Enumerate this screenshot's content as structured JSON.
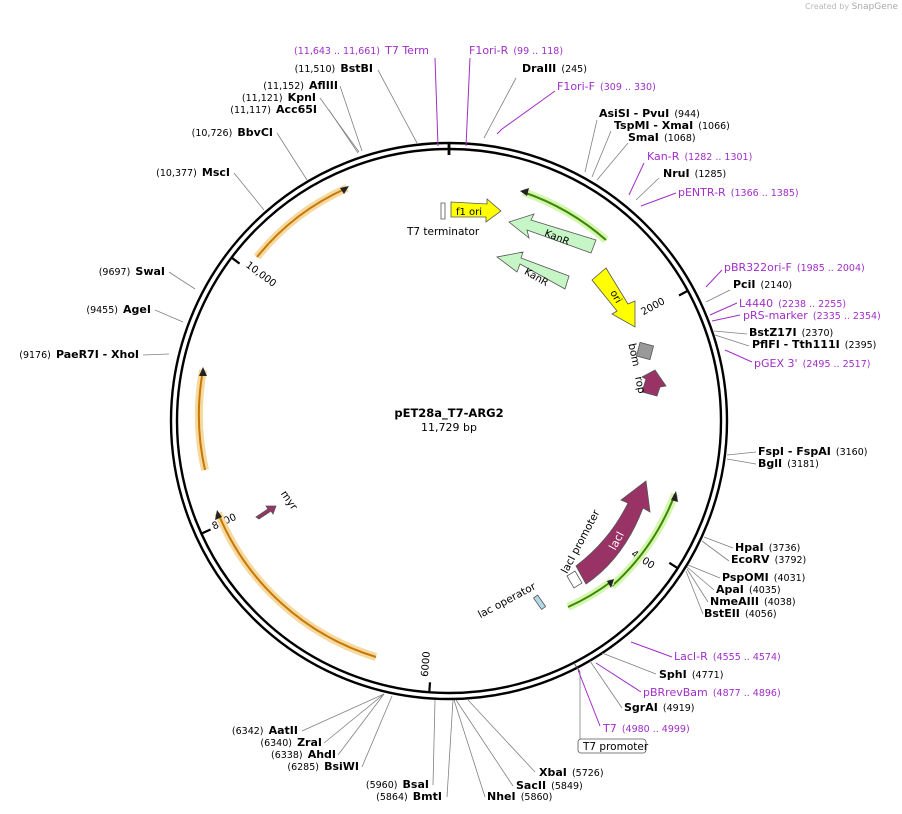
{
  "credit": {
    "prefix": "Created by",
    "brand": "SnapGene"
  },
  "plasmid": {
    "name": "pET28a_T7-ARG2",
    "length_label": "11,729 bp",
    "length": 11729
  },
  "ticks": [
    {
      "pos": 2000,
      "label": "2000"
    },
    {
      "pos": 4000,
      "label": "4000"
    },
    {
      "pos": 6000,
      "label": "6000"
    },
    {
      "pos": 8000,
      "label": "8000"
    },
    {
      "pos": 10000,
      "label": "10,000"
    }
  ],
  "sites": [
    {
      "name": "DraIII",
      "pos": "(245)",
      "side": "right"
    },
    {
      "name": "AsiSI - PvuI",
      "pos": "(944)",
      "side": "right"
    },
    {
      "name": "TspMI - XmaI",
      "pos": "(1066)",
      "side": "right"
    },
    {
      "name": "SmaI",
      "pos": "(1068)",
      "side": "right"
    },
    {
      "name": "NruI",
      "pos": "(1285)",
      "side": "right"
    },
    {
      "name": "PciI",
      "pos": "(2140)",
      "side": "right"
    },
    {
      "name": "BstZ17I",
      "pos": "(2370)",
      "side": "right"
    },
    {
      "name": "PflFI - Tth111I",
      "pos": "(2395)",
      "side": "right"
    },
    {
      "name": "FspI - FspAI",
      "pos": "(3160)",
      "side": "right"
    },
    {
      "name": "BglI",
      "pos": "(3181)",
      "side": "right"
    },
    {
      "name": "HpaI",
      "pos": "(3736)",
      "side": "right"
    },
    {
      "name": "EcoRV",
      "pos": "(3792)",
      "side": "right"
    },
    {
      "name": "PspOMI",
      "pos": "(4031)",
      "side": "right"
    },
    {
      "name": "ApaI",
      "pos": "(4035)",
      "side": "right"
    },
    {
      "name": "NmeAIII",
      "pos": "(4038)",
      "side": "right"
    },
    {
      "name": "BstEII",
      "pos": "(4056)",
      "side": "right"
    },
    {
      "name": "SphI",
      "pos": "(4771)",
      "side": "right"
    },
    {
      "name": "SgrAI",
      "pos": "(4919)",
      "side": "right"
    },
    {
      "name": "XbaI",
      "pos": "(5726)",
      "side": "right"
    },
    {
      "name": "SacII",
      "pos": "(5849)",
      "side": "right"
    },
    {
      "name": "NheI",
      "pos": "(5860)",
      "side": "right"
    },
    {
      "name": "BmtI",
      "pos": "(5864)",
      "side": "left"
    },
    {
      "name": "BsaI",
      "pos": "(5960)",
      "side": "left"
    },
    {
      "name": "BsiWI",
      "pos": "(6285)",
      "side": "left"
    },
    {
      "name": "AhdI",
      "pos": "(6338)",
      "side": "left"
    },
    {
      "name": "ZraI",
      "pos": "(6340)",
      "side": "left"
    },
    {
      "name": "AatII",
      "pos": "(6342)",
      "side": "left"
    },
    {
      "name": "PaeR7I - XhoI",
      "pos": "(9176)",
      "side": "left"
    },
    {
      "name": "AgeI",
      "pos": "(9455)",
      "side": "left"
    },
    {
      "name": "SwaI",
      "pos": "(9697)",
      "side": "left"
    },
    {
      "name": "MscI",
      "pos": "(10,377)",
      "side": "left"
    },
    {
      "name": "BbvCI",
      "pos": "(10,726)",
      "side": "left"
    },
    {
      "name": "Acc65I",
      "pos": "(11,117)",
      "side": "left"
    },
    {
      "name": "KpnI",
      "pos": "(11,121)",
      "side": "left"
    },
    {
      "name": "AflIII",
      "pos": "(11,152)",
      "side": "left"
    },
    {
      "name": "BstBI",
      "pos": "(11,510)",
      "side": "left"
    }
  ],
  "primers": [
    {
      "name": "T7 Term",
      "pos": "(11,643 .. 11,661)"
    },
    {
      "name": "F1ori-R",
      "pos": "(99 .. 118)"
    },
    {
      "name": "F1ori-F",
      "pos": "(309 .. 330)"
    },
    {
      "name": "Kan-R",
      "pos": "(1282 .. 1301)"
    },
    {
      "name": "pENTR-R",
      "pos": "(1366 .. 1385)"
    },
    {
      "name": "pBR322ori-F",
      "pos": "(1985 .. 2004)"
    },
    {
      "name": "L4440",
      "pos": "(2238 .. 2255)"
    },
    {
      "name": "pRS-marker",
      "pos": "(2335 .. 2354)"
    },
    {
      "name": "pGEX 3'",
      "pos": "(2495 .. 2517)"
    },
    {
      "name": "LacI-R",
      "pos": "(4555 .. 4574)"
    },
    {
      "name": "pBRrevBam",
      "pos": "(4877 .. 4896)"
    },
    {
      "name": "T7",
      "pos": "(4980 .. 4999)"
    }
  ],
  "features": [
    {
      "name": "f1 ori",
      "kind": "origin",
      "color": "#ffff00"
    },
    {
      "name": "T7 terminator",
      "kind": "terminator",
      "color": "#ffffff"
    },
    {
      "name": "KanR",
      "kind": "cds",
      "color": "#c6f5c6"
    },
    {
      "name": "KanR",
      "kind": "cds",
      "color": "#c6f5c6"
    },
    {
      "name": "ori",
      "kind": "origin",
      "color": "#ffff00"
    },
    {
      "name": "bom",
      "kind": "misc",
      "color": "#999999"
    },
    {
      "name": "rop",
      "kind": "cds",
      "color": "#993366"
    },
    {
      "name": "lacI",
      "kind": "cds",
      "color": "#993366"
    },
    {
      "name": "lacI promoter",
      "kind": "promoter",
      "color": "#ffffff"
    },
    {
      "name": "lac operator",
      "kind": "operator",
      "color": "#b3d9e6"
    },
    {
      "name": "myr",
      "kind": "cds",
      "color": "#993366"
    },
    {
      "name": "T7 promoter",
      "kind": "promoter",
      "color": "#ffffff"
    }
  ],
  "colors": {
    "primer": "#a02ec8",
    "orf_fill": "#f5d9a0",
    "orf_line": "#c87800",
    "green_orf_fill": "#d6f5b0",
    "green_orf_line": "#3a8a00",
    "backbone": "#000000",
    "leader_line": "#808080"
  }
}
